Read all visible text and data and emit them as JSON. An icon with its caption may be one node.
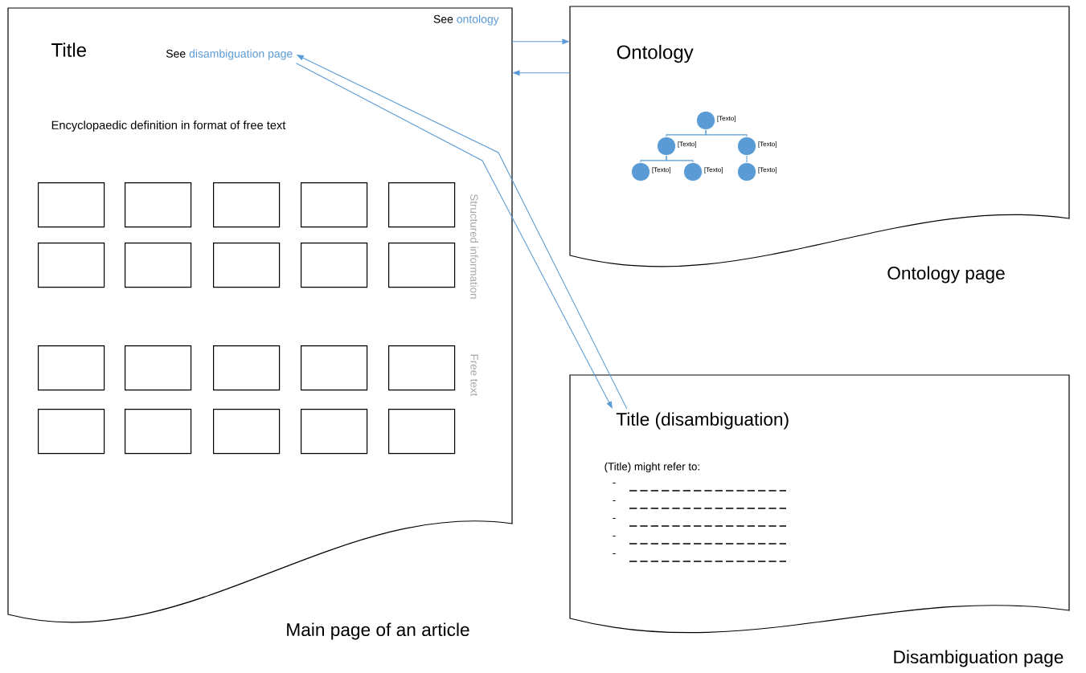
{
  "diagram": {
    "nodes": [
      {
        "text": [
          "Title",
          "Encyclopaedic definition in format of free text"
        ],
        "beside": [
          "Main page of an article"
        ]
      },
      {
        "text": [
          "See",
          "ontology"
        ],
        "in": 0
      },
      {
        "text": [
          "See",
          "disambiguation page"
        ],
        "in": 0
      },
      {
        "text": [],
        "shape": "box",
        "in": 0
      },
      {
        "text": [],
        "shape": "box",
        "in": 0
      },
      {
        "text": [],
        "shape": "box",
        "in": 0
      },
      {
        "text": [],
        "shape": "box",
        "in": 0
      },
      {
        "text": [],
        "shape": "box",
        "in": 0
      },
      {
        "text": [],
        "shape": "box",
        "in": 0
      },
      {
        "text": [],
        "shape": "box",
        "in": 0
      },
      {
        "text": [],
        "shape": "box",
        "in": 0
      },
      {
        "text": [],
        "shape": "box",
        "in": 0
      },
      {
        "text": [],
        "shape": "box",
        "in": 0
      },
      {
        "text": [],
        "shape": "box",
        "in": 0
      },
      {
        "text": [],
        "shape": "box",
        "in": 0
      },
      {
        "text": [],
        "shape": "box",
        "in": 0
      },
      {
        "text": [],
        "shape": "box",
        "in": 0
      },
      {
        "text": [],
        "shape": "box",
        "in": 0
      },
      {
        "text": [],
        "shape": "box",
        "in": 0
      },
      {
        "text": [],
        "shape": "box",
        "in": 0
      },
      {
        "text": [],
        "shape": "box",
        "in": 0
      },
      {
        "text": [],
        "shape": "box",
        "in": 0
      },
      {
        "text": [],
        "shape": "box",
        "in": 0
      },
      {
        "text": [
          "Ontology"
        ],
        "beside": [
          "Ontology page"
        ]
      },
      {
        "text": [],
        "shape": "circle",
        "in": 23,
        "beside": [
          "[Texto]"
        ]
      },
      {
        "text": [],
        "shape": "circle",
        "in": 23,
        "beside": [
          "[Texto]"
        ]
      },
      {
        "text": [],
        "shape": "circle",
        "in": 23,
        "beside": [
          "[Texto]"
        ]
      },
      {
        "text": [],
        "shape": "circle",
        "in": 23,
        "beside": [
          "[Texto]"
        ]
      },
      {
        "text": [],
        "shape": "circle",
        "in": 23,
        "beside": [
          "[Texto]"
        ]
      },
      {
        "text": [],
        "shape": "circle",
        "in": 23,
        "beside": [
          "[Texto]"
        ]
      },
      {
        "text": [
          "(Title) might refer to:"
        ],
        "beside": [
          "Disambiguation page"
        ]
      },
      {
        "text": [
          "Title (disambiguation)"
        ],
        "in": 30
      }
    ],
    "edges": [
      {
        "from": 0,
        "to": 23,
        "arrow": "to"
      },
      {
        "from": 23,
        "to": 0,
        "arrow": "to"
      },
      {
        "from": 2,
        "to": 31,
        "arrow": "to"
      },
      {
        "from": 31,
        "to": 2,
        "arrow": "to"
      },
      {
        "from": 24,
        "to": 25,
        "arrow": "none"
      },
      {
        "from": 24,
        "to": 26,
        "arrow": "none"
      },
      {
        "from": 25,
        "to": 27,
        "arrow": "none"
      },
      {
        "from": 25,
        "to": 28,
        "arrow": "none"
      },
      {
        "from": 26,
        "to": 29,
        "arrow": "none"
      }
    ],
    "labels": [
      "Structured information",
      "Free text",
      "-",
      "-",
      "-",
      "-",
      "-"
    ]
  }
}
